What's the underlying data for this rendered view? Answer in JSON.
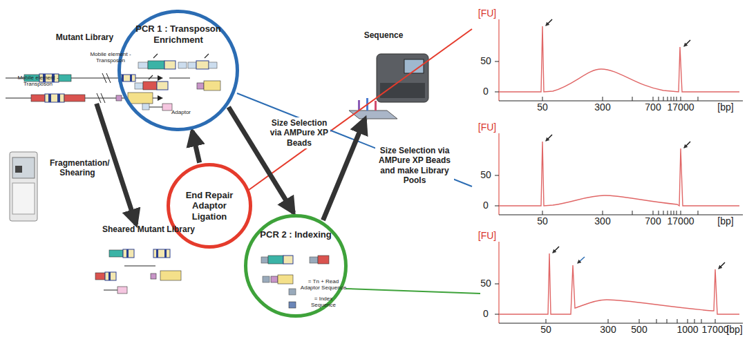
{
  "diagram": {
    "nodes": [
      {
        "text": [
          "Mutant Library"
        ]
      },
      {
        "text": [
          "PCR 1 : Transposon Enrichment"
        ]
      },
      {
        "text": [
          "Sequence"
        ]
      },
      {
        "text": [
          "End Repair Adaptor Ligation"
        ]
      },
      {
        "text": [
          "Sheared Mutant Library"
        ]
      },
      {
        "text": [
          "PCR 2 : Indexing"
        ]
      }
    ],
    "edges": [
      {
        "from": 0,
        "to": 4,
        "label": "Fragmentation/ Shearing",
        "arrow": "to"
      },
      {
        "from": 3,
        "to": 1,
        "arrow": "to"
      },
      {
        "from": 1,
        "to": 5,
        "label": "Size Selection via AMPure XP Beads",
        "arrow": "to"
      },
      {
        "from": 5,
        "to": 2,
        "label": "Size Selection via AMPure XP Beads and make Library Pools",
        "arrow": "to"
      }
    ],
    "labels": [
      "Mobile element - Transposon",
      "Mobile element - Transposon",
      "Adaptor",
      "= Tn + Read Adaptor Sequence",
      "= Index Sequence",
      "[FU]",
      "50",
      "0",
      "50",
      "300",
      "700",
      "17000",
      "[bp]",
      "[FU]",
      "50",
      "0",
      "50",
      "300",
      "700",
      "17000",
      "[bp]",
      "[FU]",
      "50",
      "0",
      "50",
      "300",
      "500",
      "1000",
      "17000",
      "[bp]"
    ]
  }
}
